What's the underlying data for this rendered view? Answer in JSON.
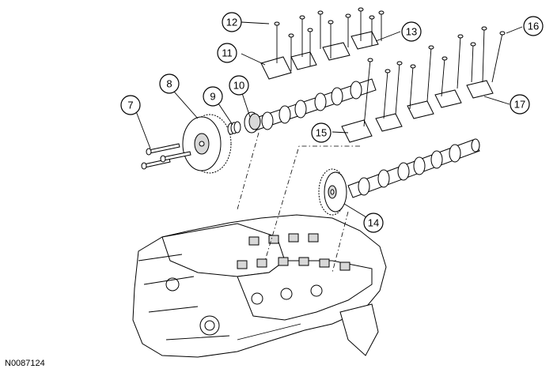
{
  "figure_id": "N0087124",
  "callouts": [
    "7",
    "8",
    "9",
    "10",
    "11",
    "12",
    "13",
    "14",
    "15",
    "16",
    "17"
  ]
}
